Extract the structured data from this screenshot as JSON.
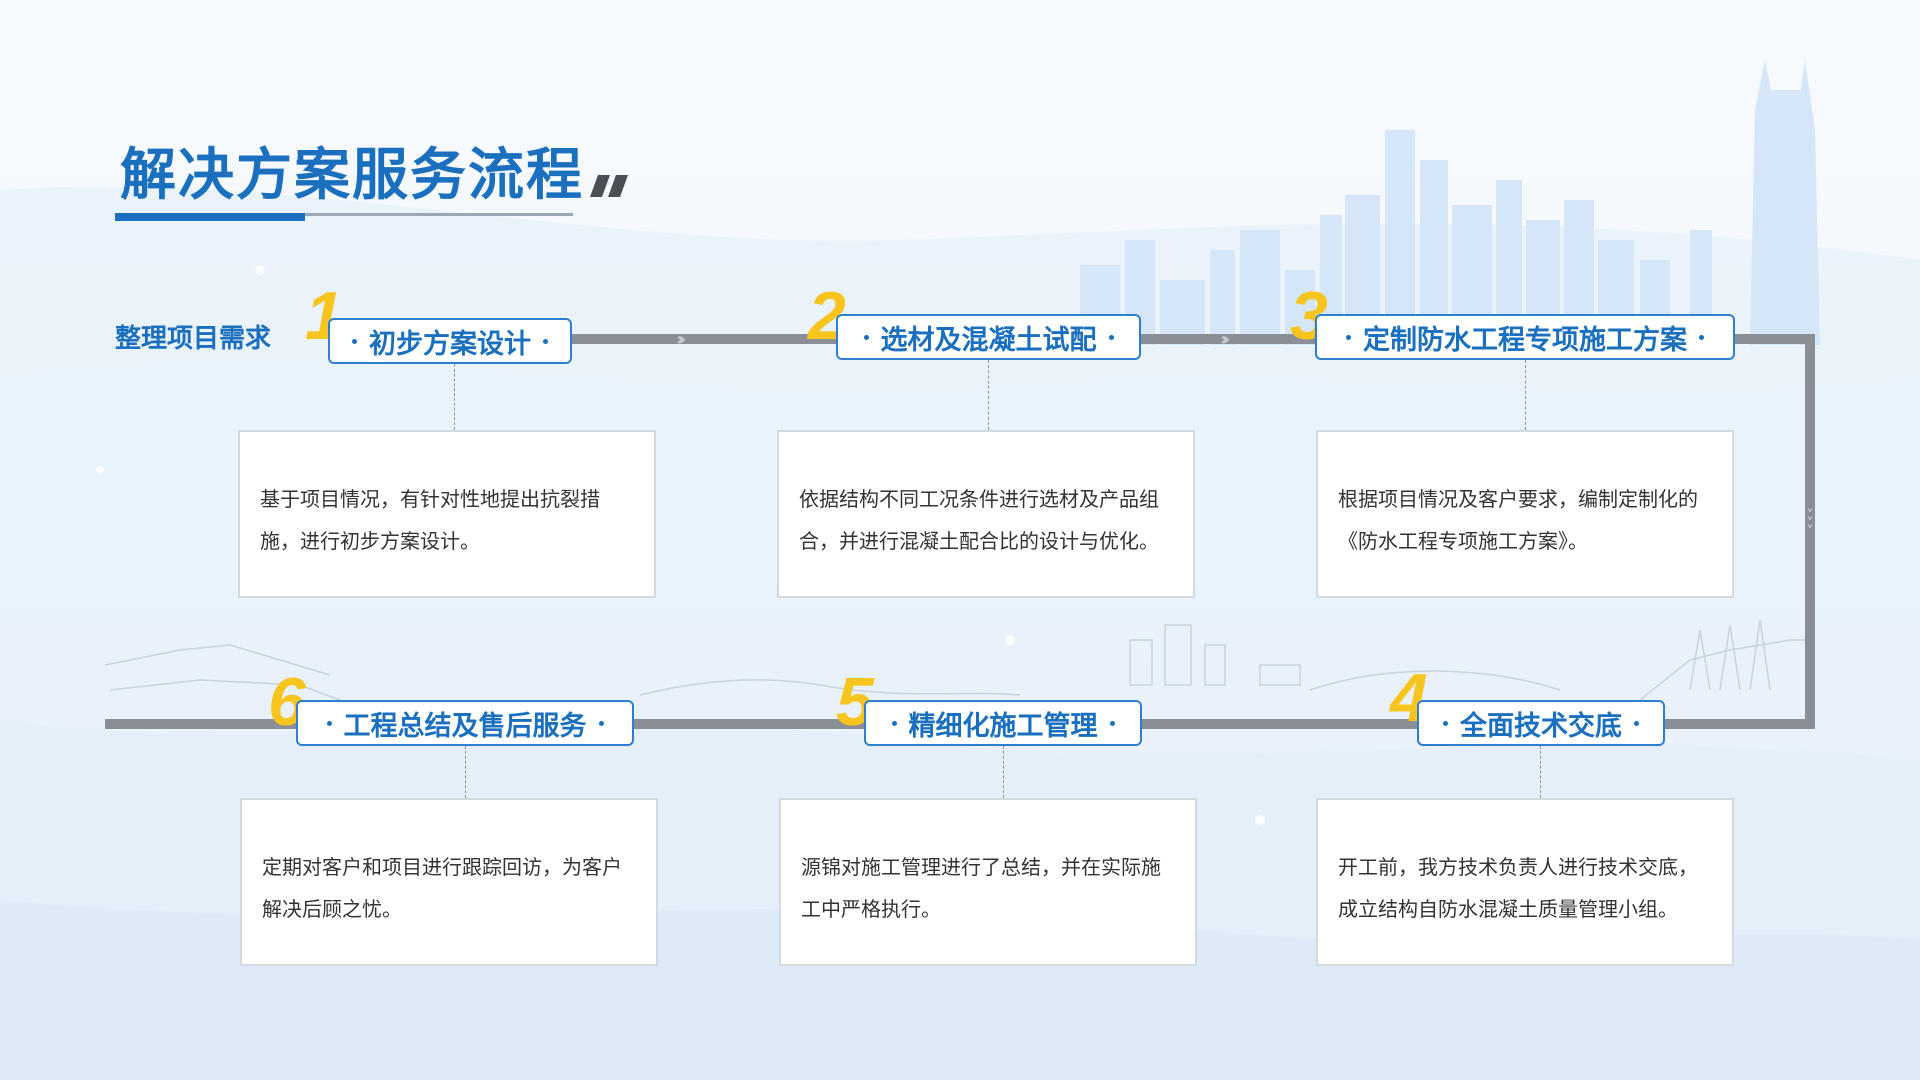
{
  "title": "解决方案服务流程",
  "start_label": "整理项目需求",
  "steps": [
    {
      "number": "1",
      "label": "初步方案设计",
      "description": "基于项目情况，有针对性地提出抗裂措施，进行初步方案设计。"
    },
    {
      "number": "2",
      "label": "选材及混凝土试配",
      "description": "依据结构不同工况条件进行选材及产品组合，并进行混凝土配合比的设计与优化。"
    },
    {
      "number": "3",
      "label": "定制防水工程专项施工方案",
      "description": "根据项目情况及客户要求，编制定制化的《防水工程专项施工方案》。"
    },
    {
      "number": "4",
      "label": "全面技术交底",
      "description": "开工前，我方技术负责人进行技术交底，成立结构自防水混凝土质量管理小组。"
    },
    {
      "number": "5",
      "label": "精细化施工管理",
      "description": "源锦对施工管理进行了总结，并在实际施工中严格执行。"
    },
    {
      "number": "6",
      "label": "工程总结及售后服务",
      "description": "定期对客户和项目进行跟踪回访，为客户解决后顾之忧。"
    }
  ],
  "colors": {
    "primary": "#1a6fbf",
    "number": "#f7c51d",
    "track": "#8a8f96",
    "box_border": "#d3d9df"
  },
  "icons": {
    "flow_arrow": "chevron-right-icon",
    "down_arrow": "chevron-down-icon",
    "title_deco": "slash-decoration-icon"
  }
}
